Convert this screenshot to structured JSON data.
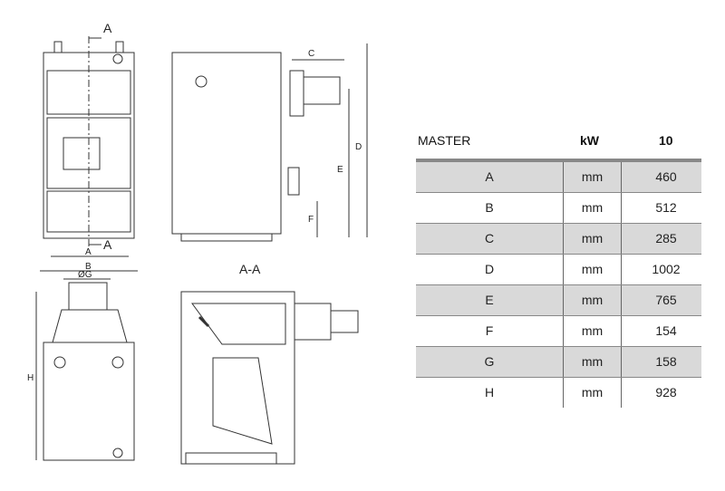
{
  "drawing": {
    "labels": {
      "section_top": "A",
      "section_bottom": "A",
      "section_title": "A-A",
      "C": "C",
      "D": "D",
      "E": "E",
      "F": "F",
      "A": "A",
      "B": "B",
      "G": "ØG",
      "H": "H"
    }
  },
  "table": {
    "title": "MASTER",
    "unit_header": "kW",
    "power": "10",
    "rows": [
      {
        "dim": "A",
        "unit": "mm",
        "value": "460"
      },
      {
        "dim": "B",
        "unit": "mm",
        "value": "512"
      },
      {
        "dim": "C",
        "unit": "mm",
        "value": "285"
      },
      {
        "dim": "D",
        "unit": "mm",
        "value": "1002"
      },
      {
        "dim": "E",
        "unit": "mm",
        "value": "765"
      },
      {
        "dim": "F",
        "unit": "mm",
        "value": "154"
      },
      {
        "dim": "G",
        "unit": "mm",
        "value": "158"
      },
      {
        "dim": "H",
        "unit": "mm",
        "value": "928"
      }
    ]
  }
}
